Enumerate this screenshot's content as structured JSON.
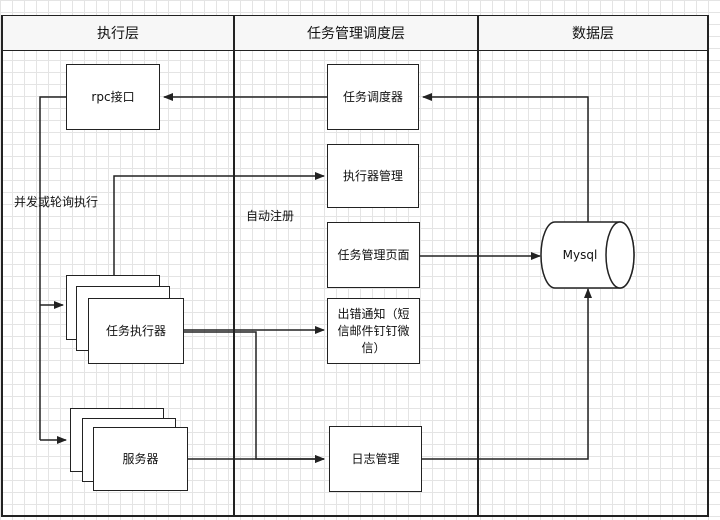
{
  "lanes": {
    "exec": "执行层",
    "sched": "任务管理调度层",
    "data": "数据层"
  },
  "nodes": {
    "rpc": "rpc接口",
    "executor": "任务执行器",
    "server": "服务器",
    "scheduler": "任务调度器",
    "executor_mgmt": "执行器管理",
    "task_page": "任务管理页面",
    "error_notify": "出错通知（短信邮件钉钉微信）",
    "log_mgmt": "日志管理",
    "mysql": "Mysql"
  },
  "notes": {
    "concurrent_poll": "并发或轮询执行",
    "auto_register": "自动注册"
  },
  "colors": {
    "line": "#222222",
    "grid": "#e4e4e4",
    "header_bg": "#f7f7f7"
  }
}
